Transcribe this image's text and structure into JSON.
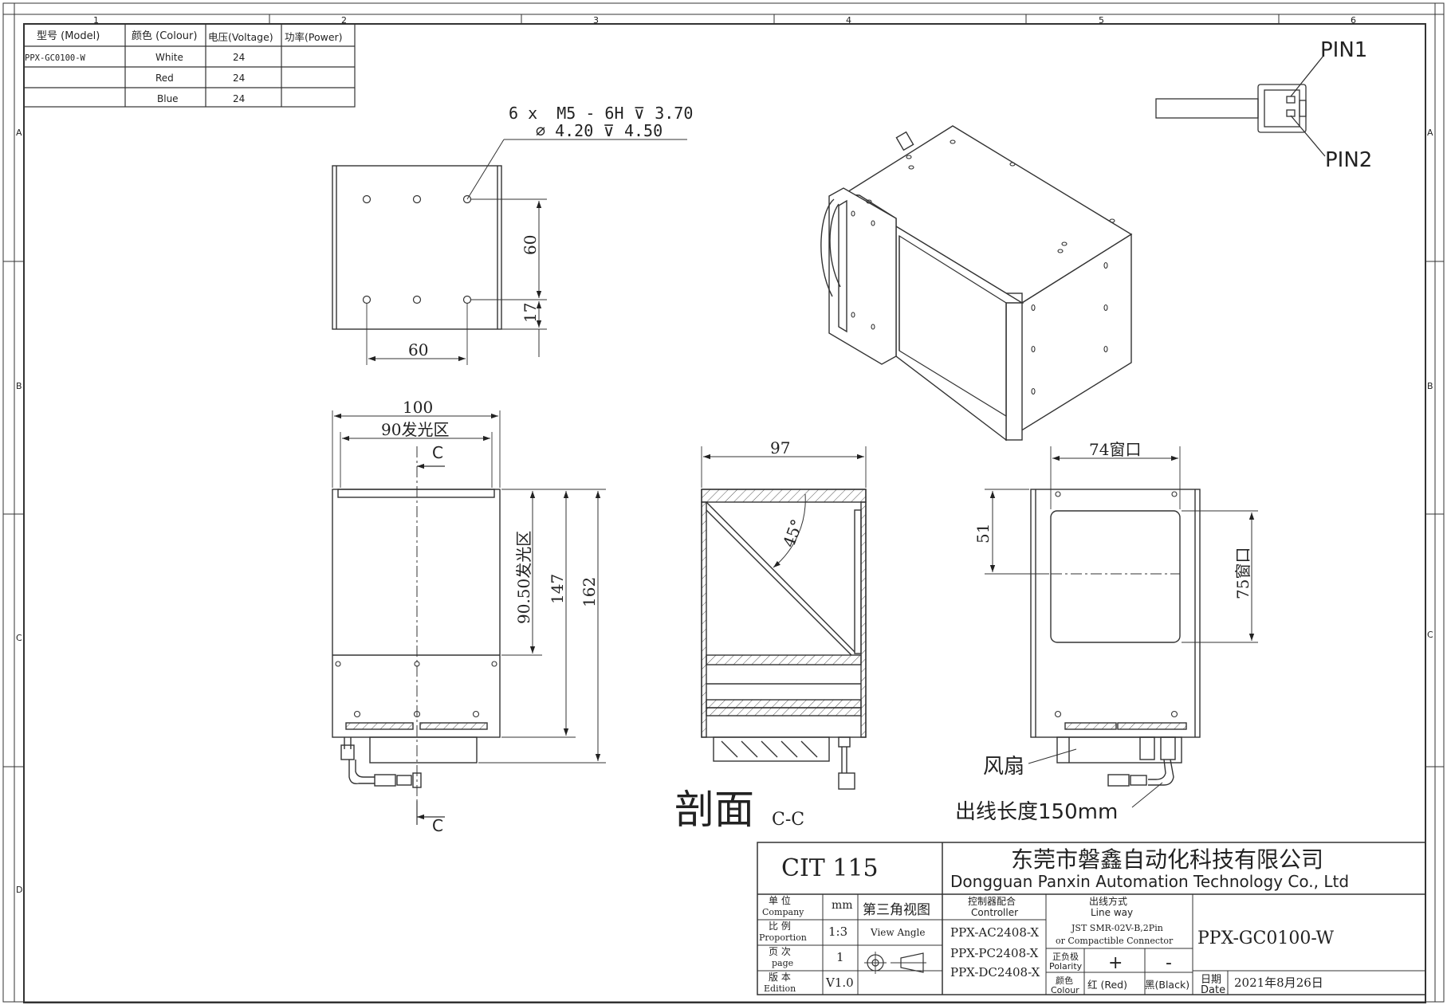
{
  "frame": {
    "column_numbers": [
      "1",
      "2",
      "3",
      "4",
      "5",
      "6"
    ],
    "row_letters": [
      "A",
      "B",
      "C",
      "D"
    ]
  },
  "spec_table": {
    "headers": [
      "型号 (Model)",
      "颜色 (Colour)",
      "电压(Voltage)",
      "功率(Power)"
    ],
    "rows": [
      {
        "model": "PPX-GC0100-W",
        "colour": "White",
        "voltage": "24",
        "power": ""
      },
      {
        "model": "",
        "colour": "Red",
        "voltage": "24",
        "power": ""
      },
      {
        "model": "",
        "colour": "Blue",
        "voltage": "24",
        "power": ""
      }
    ]
  },
  "pins": {
    "pin1": "PIN1",
    "pin2": "PIN2"
  },
  "top_view": {
    "hole_callout_line1": "6 x  M5 - 6H ⊽ 3.70",
    "hole_callout_line2": "⌀ 4.20 ⊽ 4.50",
    "dim_vertical_60": "60",
    "dim_vertical_17": "17",
    "dim_horizontal_60": "60"
  },
  "front_view": {
    "dim_width": "100",
    "dim_emit_width": "90发光区",
    "section_mark": "C",
    "dim_emit_height": "90.50发光区",
    "dim_147": "147",
    "dim_162": "162"
  },
  "section_view": {
    "dim_width": "97",
    "angle": "45°",
    "section_title": "剖面",
    "section_suffix": "C-C"
  },
  "side_view": {
    "dim_window_w": "74窗口",
    "dim_51": "51",
    "dim_window_h": "75窗口",
    "fan_label": "风扇",
    "cable_label": "出线长度150mm"
  },
  "title_block": {
    "code": "CIT 115",
    "company_cn": "东莞市磐鑫自动化科技有限公司",
    "company_en": "Dongguan Panxin Automation Technology Co., Ltd",
    "unit_label_cn": "单 位",
    "unit_label_en": "Company",
    "unit_value": "mm",
    "proportion_label_cn": "比 例",
    "proportion_label_en": "Proportion",
    "proportion_value": "1:3",
    "page_label_cn": "页 次",
    "page_label_en": "page",
    "page_value": "1",
    "edition_label_cn": "版 本",
    "edition_label_en": "Edition",
    "edition_value": "V1.0",
    "view_label_cn": "第三角视图",
    "view_label_en": "View Angle",
    "controller_label_cn": "控制器配合",
    "controller_label_en": "Controller",
    "controllers": [
      "PPX-AC2408-X",
      "PPX-PC2408-X",
      "PPX-DC2408-X"
    ],
    "lineway_label_cn": "出线方式",
    "lineway_label_en": "Line way",
    "lineway_value_1": "JST SMR-02V-B,2Pin",
    "lineway_value_2": "or Compactible Connector",
    "polarity_label_cn": "正负极",
    "polarity_label_en": "Polarity",
    "polarity_plus": "+",
    "polarity_minus": "-",
    "colour_label_cn": "颜色",
    "colour_label_en": "Colour",
    "colour_red": "红 (Red)",
    "colour_black": "黑(Black)",
    "model": "PPX-GC0100-W",
    "date_label_cn": "日期",
    "date_label_en": "Date",
    "date_value": "2021年8月26日"
  }
}
